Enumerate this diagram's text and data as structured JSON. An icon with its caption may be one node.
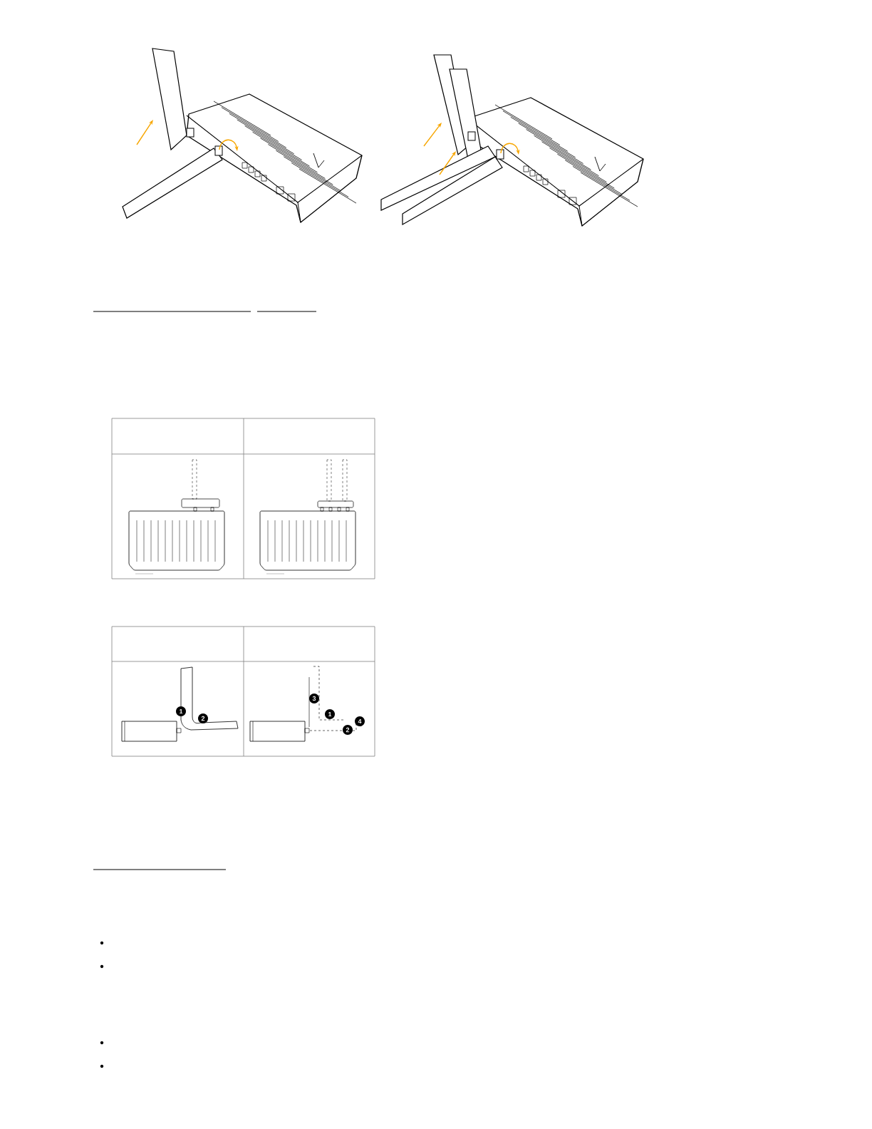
{
  "diagram": {
    "labels": [
      "1",
      "2",
      "3",
      "1",
      "4",
      "2"
    ]
  }
}
